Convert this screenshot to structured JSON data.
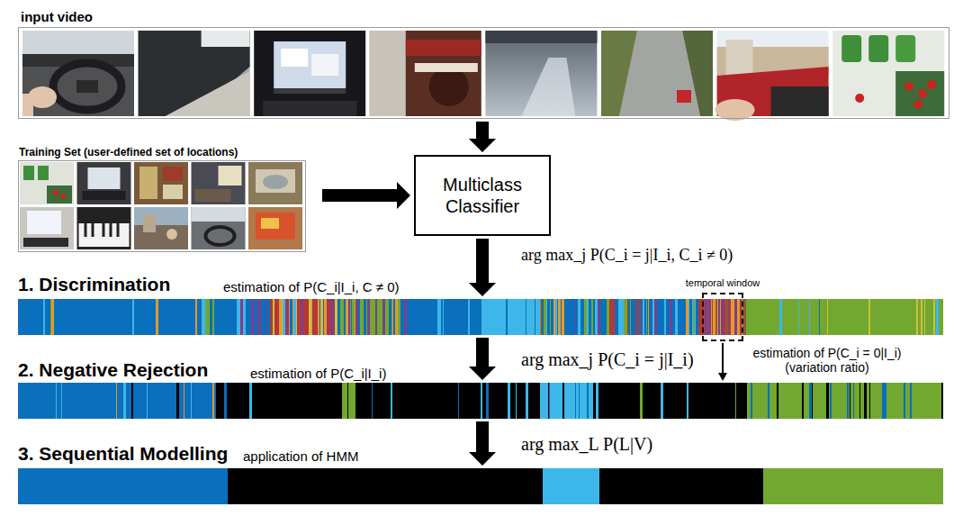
{
  "diagram": {
    "nodes": [
      {
        "text": [
          "input video"
        ]
      },
      {
        "text": [
          "Training Set (user-defined set of locations)"
        ]
      },
      {
        "text": [
          "Multiclass Classifier"
        ]
      },
      {
        "text": [
          "1. Discrimination",
          "estimation of P(C_i|I_i, C ≠ 0)"
        ]
      },
      {
        "text": [
          "temporal window"
        ],
        "in": 3
      },
      {
        "text": [
          "2. Negative Rejection",
          "estimation of P(C_i|I_i)"
        ]
      },
      {
        "text": [
          "3. Sequential Modelling",
          "application of HMM"
        ]
      }
    ],
    "edges": [
      {
        "from": 0,
        "to": 2,
        "arrow": "to"
      },
      {
        "from": 1,
        "to": 2,
        "arrow": "to"
      },
      {
        "from": 2,
        "to": 3,
        "arrow": "to",
        "label": "arg max_j P(C_i = j|I_i, C_i ≠ 0)"
      },
      {
        "from": 3,
        "to": 5,
        "arrow": "to",
        "label": "arg max_j P(C_i = j|I_i)"
      },
      {
        "from": 4,
        "to": 5,
        "arrow": "to",
        "label": "estimation of P(C_i = 0|I_i) (variation ratio)"
      },
      {
        "from": 5,
        "to": 6,
        "arrow": "to",
        "label": "arg max_L P(L|V)"
      }
    ]
  }
}
